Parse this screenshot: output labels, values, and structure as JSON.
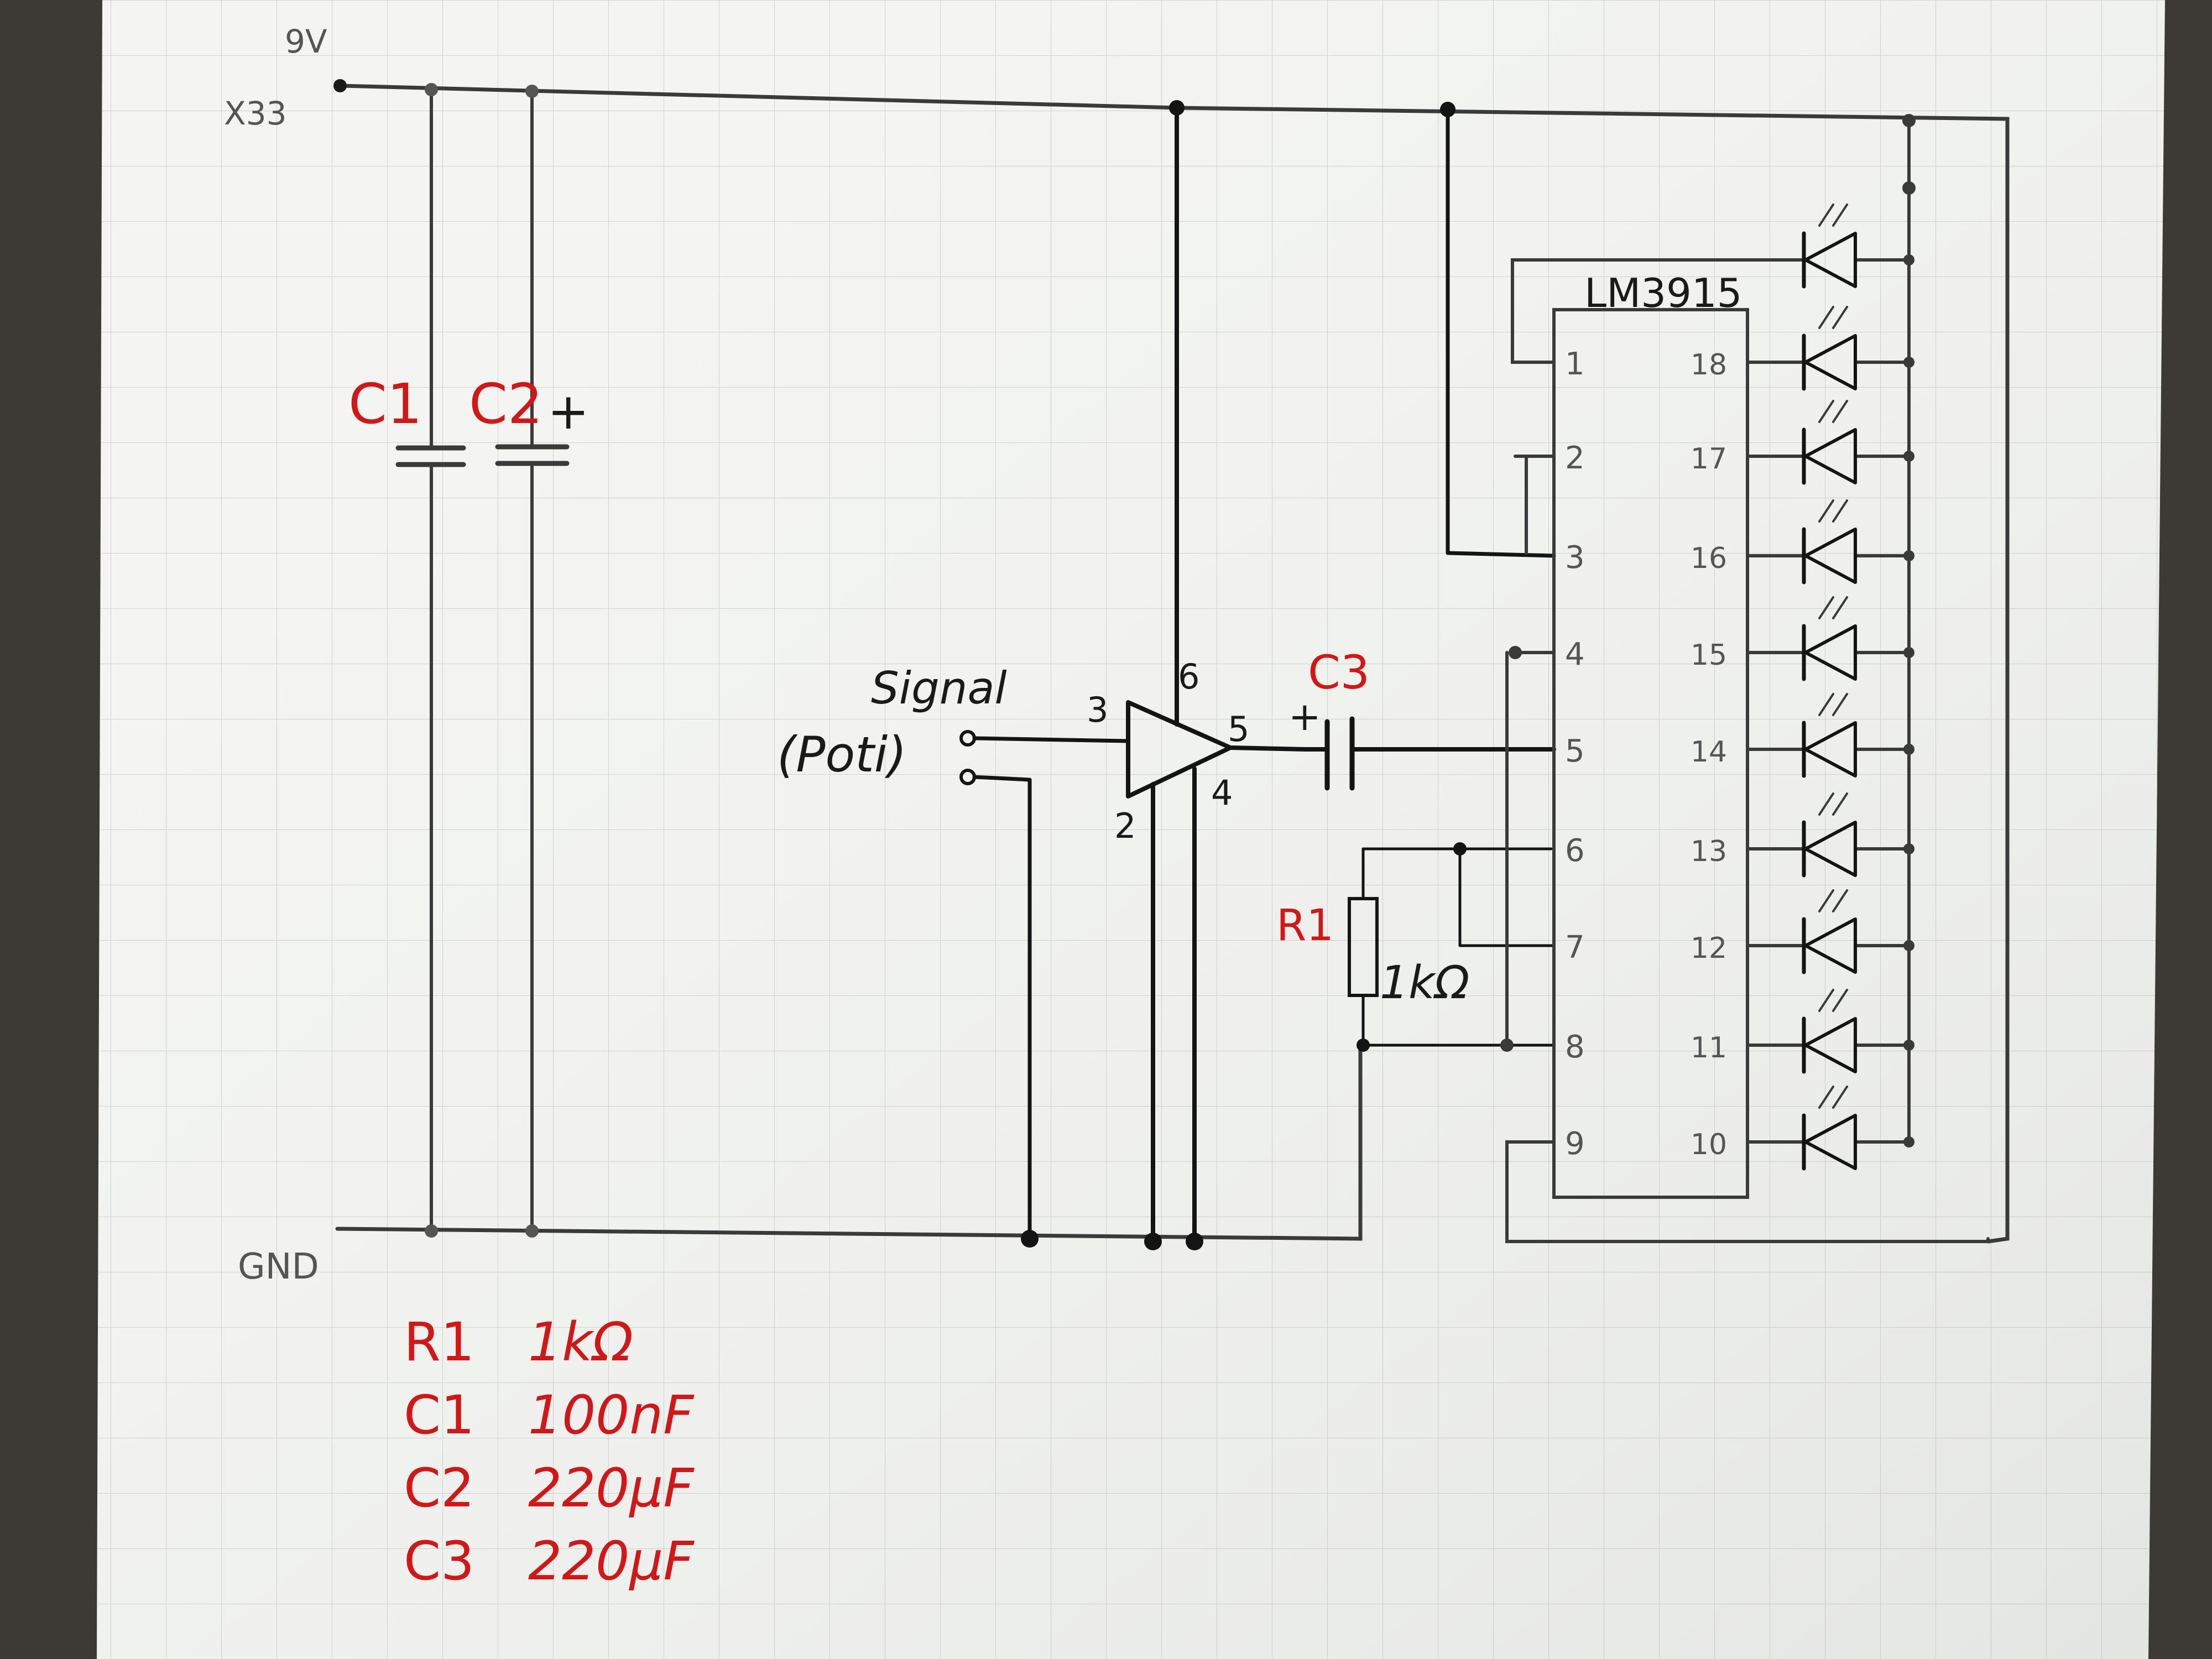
{
  "rails": {
    "supply_label": "9V",
    "supply_sublabel": "X33",
    "ground_label": "GND"
  },
  "capacitors": {
    "c1_label": "C1",
    "c2_label": "C2",
    "c2_polarity": "+",
    "c3_label": "C3",
    "c3_polarity": "+"
  },
  "input": {
    "signal_label": "Signal",
    "poti_label": "(Poti)"
  },
  "amplifier": {
    "pin3": "3",
    "pin6": "6",
    "pin5": "5",
    "pin2": "2",
    "pin4": "4"
  },
  "resistor": {
    "label": "R1",
    "value": "1kΩ"
  },
  "ic": {
    "name": "LM3915",
    "left_pins": [
      "1",
      "2",
      "3",
      "4",
      "5",
      "6",
      "7",
      "8",
      "9"
    ],
    "right_pins": [
      "18",
      "17",
      "16",
      "15",
      "14",
      "13",
      "12",
      "11",
      "10"
    ]
  },
  "parts_list": [
    {
      "ref": "R1",
      "value": "1kΩ"
    },
    {
      "ref": "C1",
      "value": "100nF"
    },
    {
      "ref": "C2",
      "value": "220µF"
    },
    {
      "ref": "C3",
      "value": "220µF"
    }
  ]
}
